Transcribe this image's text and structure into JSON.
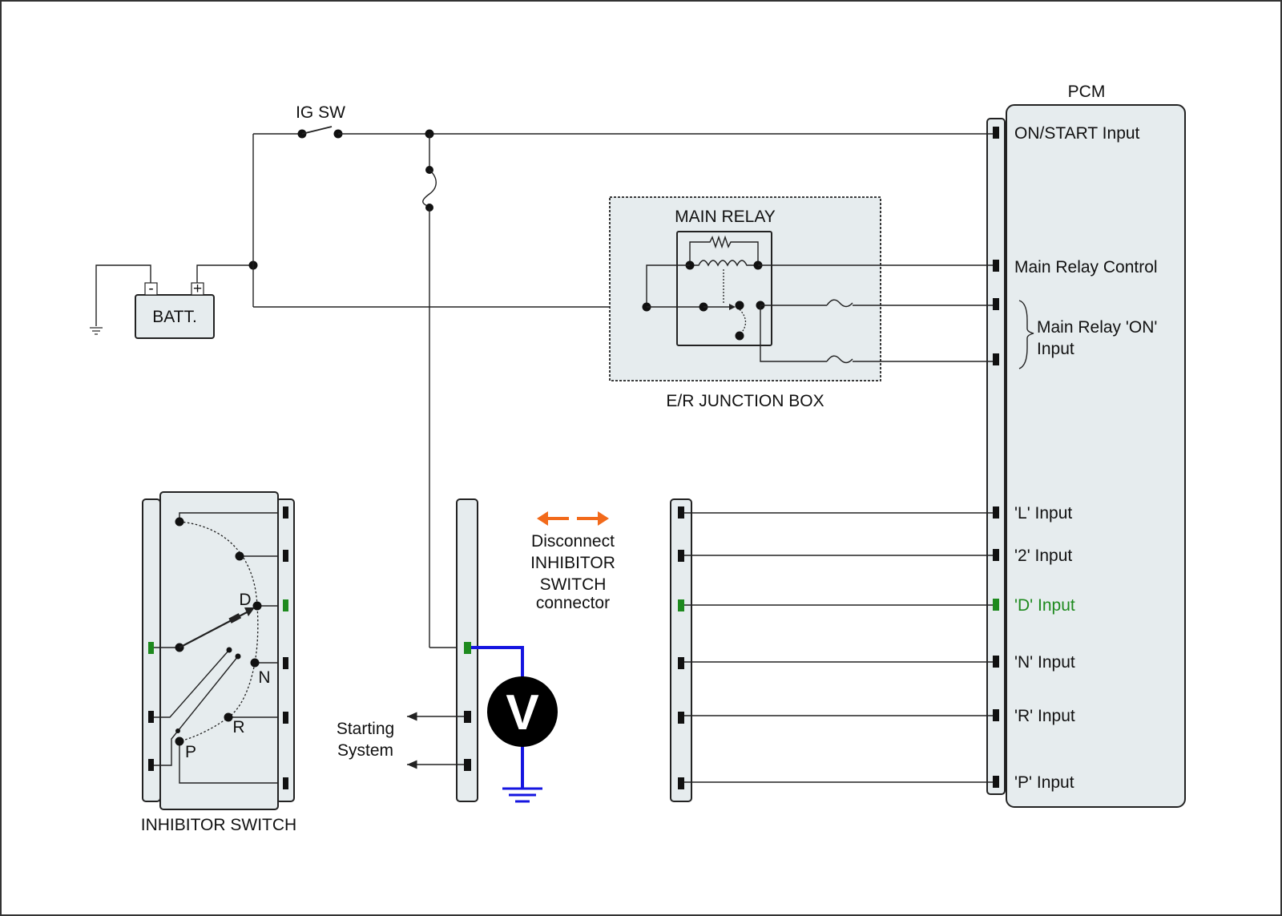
{
  "labels": {
    "pcm": "PCM",
    "ig_sw": "IG SW",
    "batt": "BATT.",
    "batt_neg": "-",
    "batt_pos": "+",
    "main_relay": "MAIN RELAY",
    "junction_box": "E/R JUNCTION BOX",
    "inhibitor_switch": "INHIBITOR SWITCH",
    "starting_system": [
      "Starting",
      "System"
    ],
    "disconnect_note": [
      "Disconnect",
      "INHIBITOR",
      "SWITCH",
      "connector"
    ],
    "voltmeter": "V",
    "main_relay_on": [
      "Main Relay 'ON'",
      "Input"
    ]
  },
  "pcm_inputs": {
    "on_start": "ON/START Input",
    "main_relay_control": "Main Relay Control",
    "l": "'L' Input",
    "two": "'2' Input",
    "d": "'D' Input",
    "n": "'N' Input",
    "r": "'R' Input",
    "p": "'P' Input"
  },
  "switch_positions": {
    "d": "D",
    "n": "N",
    "r": "R",
    "p": "P"
  },
  "colors": {
    "component_fill": "#e6ecee",
    "highlight_green": "#1e8a1e",
    "meter_wire_blue": "#1515e0",
    "disconnect_arrow_orange": "#f26a1b",
    "wire_black": "#222222"
  }
}
